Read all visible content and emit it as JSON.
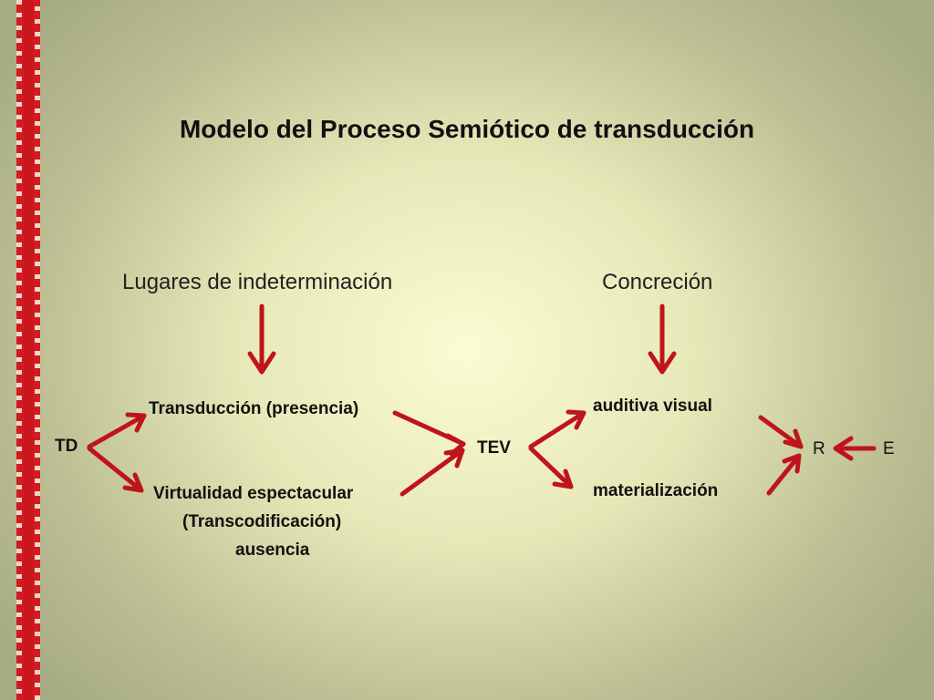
{
  "title": "Modelo del Proceso Semiótico de transducción",
  "headers": {
    "left": "Lugares de indeterminación",
    "right": "Concreción"
  },
  "nodes": {
    "td": "TD",
    "transduccion": "Transducción (presencia)",
    "virtualidad_line1": "Virtualidad espectacular",
    "virtualidad_line2": "(Transcodificación)",
    "virtualidad_line3": "ausencia",
    "tev": "TEV",
    "auditiva": "auditiva visual",
    "materializacion": "materialización",
    "r": "R",
    "e": "E"
  },
  "colors": {
    "arrow": "#c0141c",
    "border_red": "#c8161e",
    "border_light": "#e8c0b0"
  }
}
